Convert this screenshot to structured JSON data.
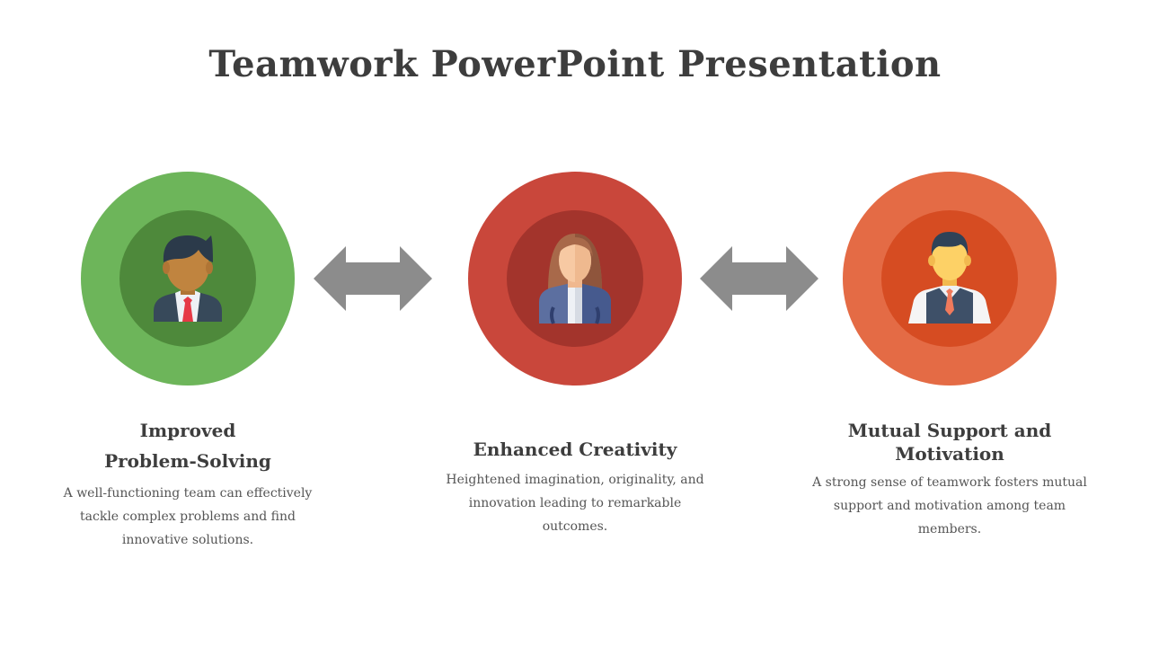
{
  "title": "Teamwork PowerPoint Presentation",
  "colors": {
    "green_outer": "#6db55a",
    "green_inner": "#4e893b",
    "red_outer": "#c9473b",
    "red_inner": "#a3342c",
    "orange_outer": "#e46b45",
    "orange_inner": "#d64c22",
    "arrow": "#8c8c8c"
  },
  "items": [
    {
      "icon": "businessman-red-tie-icon",
      "heading_lines": [
        "Improved",
        "Problem-Solving"
      ],
      "body_lines": [
        "A well-functioning team can effectively",
        "tackle complex problems and find",
        "innovative solutions."
      ]
    },
    {
      "icon": "businesswoman-icon",
      "heading_lines": [
        "Enhanced Creativity"
      ],
      "body_lines": [
        "Heightened imagination, originality, and",
        "innovation leading to remarkable",
        "outcomes."
      ]
    },
    {
      "icon": "businessman-vest-icon",
      "heading_lines": [
        "Mutual Support and",
        "Motivation"
      ],
      "body_lines": [
        "A strong sense of teamwork fosters mutual",
        "support  and motivation  among team",
        "members."
      ]
    }
  ]
}
